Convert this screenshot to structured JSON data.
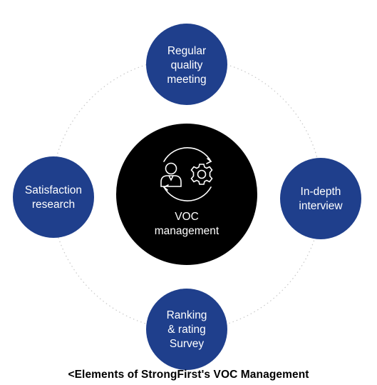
{
  "colors": {
    "node_fill": "#1f3f8c",
    "node_text": "#ffffff",
    "center_fill": "#000000",
    "center_text": "#ffffff",
    "ring": "#c8c8c8",
    "icon_stroke": "#ffffff",
    "caption_text": "#000000"
  },
  "center": {
    "label_line1": "VOC",
    "label_line2": "management",
    "icons": [
      "person-icon",
      "gear-icon",
      "cycle-arrows-icon"
    ]
  },
  "nodes": {
    "top": {
      "lines": [
        "Regular",
        "quality",
        "meeting"
      ]
    },
    "right": {
      "lines": [
        "In-depth",
        "interview"
      ]
    },
    "bottom": {
      "lines": [
        "Ranking",
        "& rating",
        "Survey"
      ]
    },
    "left": {
      "lines": [
        "Satisfaction",
        "research"
      ]
    }
  },
  "caption": "<Elements of  StrongFirst's VOC Management"
}
